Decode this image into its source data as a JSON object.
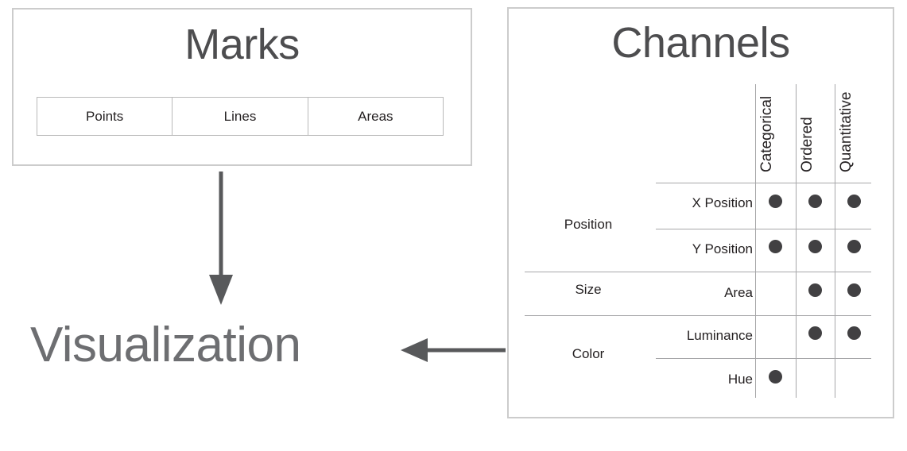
{
  "marks": {
    "title": "Marks",
    "items": [
      {
        "label": "Points"
      },
      {
        "label": "Lines"
      },
      {
        "label": "Areas"
      }
    ]
  },
  "channels": {
    "title": "Channels",
    "columns": [
      "Categorical",
      "Ordered",
      "Quantitative"
    ],
    "groups": [
      {
        "label": "Position",
        "rows": [
          {
            "label": "X Position",
            "marks": [
              true,
              true,
              true
            ]
          },
          {
            "label": "Y Position",
            "marks": [
              true,
              true,
              true
            ]
          }
        ]
      },
      {
        "label": "Size",
        "rows": [
          {
            "label": "Area",
            "marks": [
              false,
              true,
              true
            ]
          }
        ]
      },
      {
        "label": "Color",
        "rows": [
          {
            "label": "Luminance",
            "marks": [
              false,
              true,
              true
            ]
          },
          {
            "label": "Hue",
            "marks": [
              true,
              false,
              false
            ]
          }
        ]
      }
    ]
  },
  "output": {
    "label": "Visualization"
  },
  "arrows": [
    {
      "name": "marks-to-visualization",
      "direction": "down"
    },
    {
      "name": "channels-to-visualization",
      "direction": "left"
    }
  ],
  "colors": {
    "panel_border": "#cccccc",
    "grid_line": "#a7a7a9",
    "dot": "#414042",
    "title_text": "#4d4d4f",
    "body_text": "#231f20",
    "output_text": "#6d6e71",
    "arrow": "#58595b",
    "background": "#ffffff"
  }
}
